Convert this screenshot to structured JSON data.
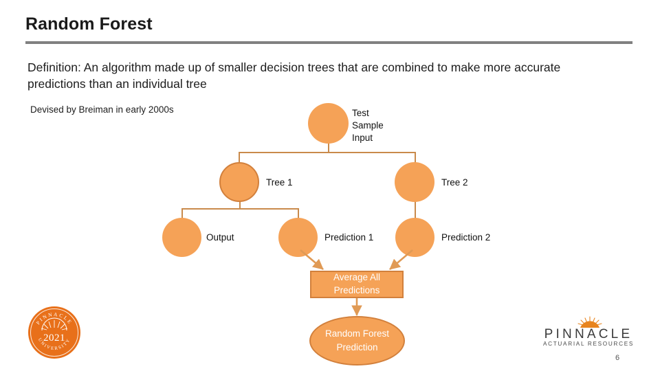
{
  "slide": {
    "title": "Random Forest",
    "definition": "Definition: An algorithm made up of smaller decision trees that are combined to make more accurate predictions than an individual tree",
    "subnote": "Devised by Breiman in early 2000s",
    "page_number": "6"
  },
  "colors": {
    "node_fill": "#F5A257",
    "node_border": "#D2803C",
    "connector": "#C98A4B",
    "rule": "#808080",
    "seal": "#E8701A",
    "text": "#1d1d1d"
  },
  "diagram": {
    "type": "tree",
    "nodes": [
      {
        "id": "test-sample-input",
        "label": "Test\nSample\nInput",
        "shape": "circle",
        "bordered": false
      },
      {
        "id": "tree-1",
        "label": "Tree 1",
        "shape": "circle",
        "bordered": true
      },
      {
        "id": "tree-2",
        "label": "Tree 2",
        "shape": "circle",
        "bordered": false
      },
      {
        "id": "output",
        "label": "Output",
        "shape": "circle",
        "bordered": false
      },
      {
        "id": "prediction-1",
        "label": "Prediction 1",
        "shape": "circle",
        "bordered": false
      },
      {
        "id": "prediction-2",
        "label": "Prediction 2",
        "shape": "circle",
        "bordered": false
      },
      {
        "id": "average-all-predictions",
        "label": "Average All Predictions",
        "shape": "rectangle",
        "bordered": true
      },
      {
        "id": "random-forest-prediction",
        "label": "Random Forest Prediction",
        "shape": "ellipse",
        "bordered": true
      }
    ],
    "edges": [
      {
        "from": "test-sample-input",
        "to": "tree-1"
      },
      {
        "from": "test-sample-input",
        "to": "tree-2"
      },
      {
        "from": "tree-1",
        "to": "output"
      },
      {
        "from": "tree-1",
        "to": "prediction-1"
      },
      {
        "from": "tree-2",
        "to": "prediction-2"
      },
      {
        "from": "prediction-1",
        "to": "average-all-predictions"
      },
      {
        "from": "prediction-2",
        "to": "average-all-predictions"
      },
      {
        "from": "average-all-predictions",
        "to": "random-forest-prediction"
      }
    ]
  },
  "seal_logo": {
    "top_text": "PINNACLE",
    "bottom_text": "UNIVERSITY",
    "year": "2021"
  },
  "wordmark": {
    "name": "PINNACLE",
    "tagline": "ACTUARIAL RESOURCES"
  }
}
